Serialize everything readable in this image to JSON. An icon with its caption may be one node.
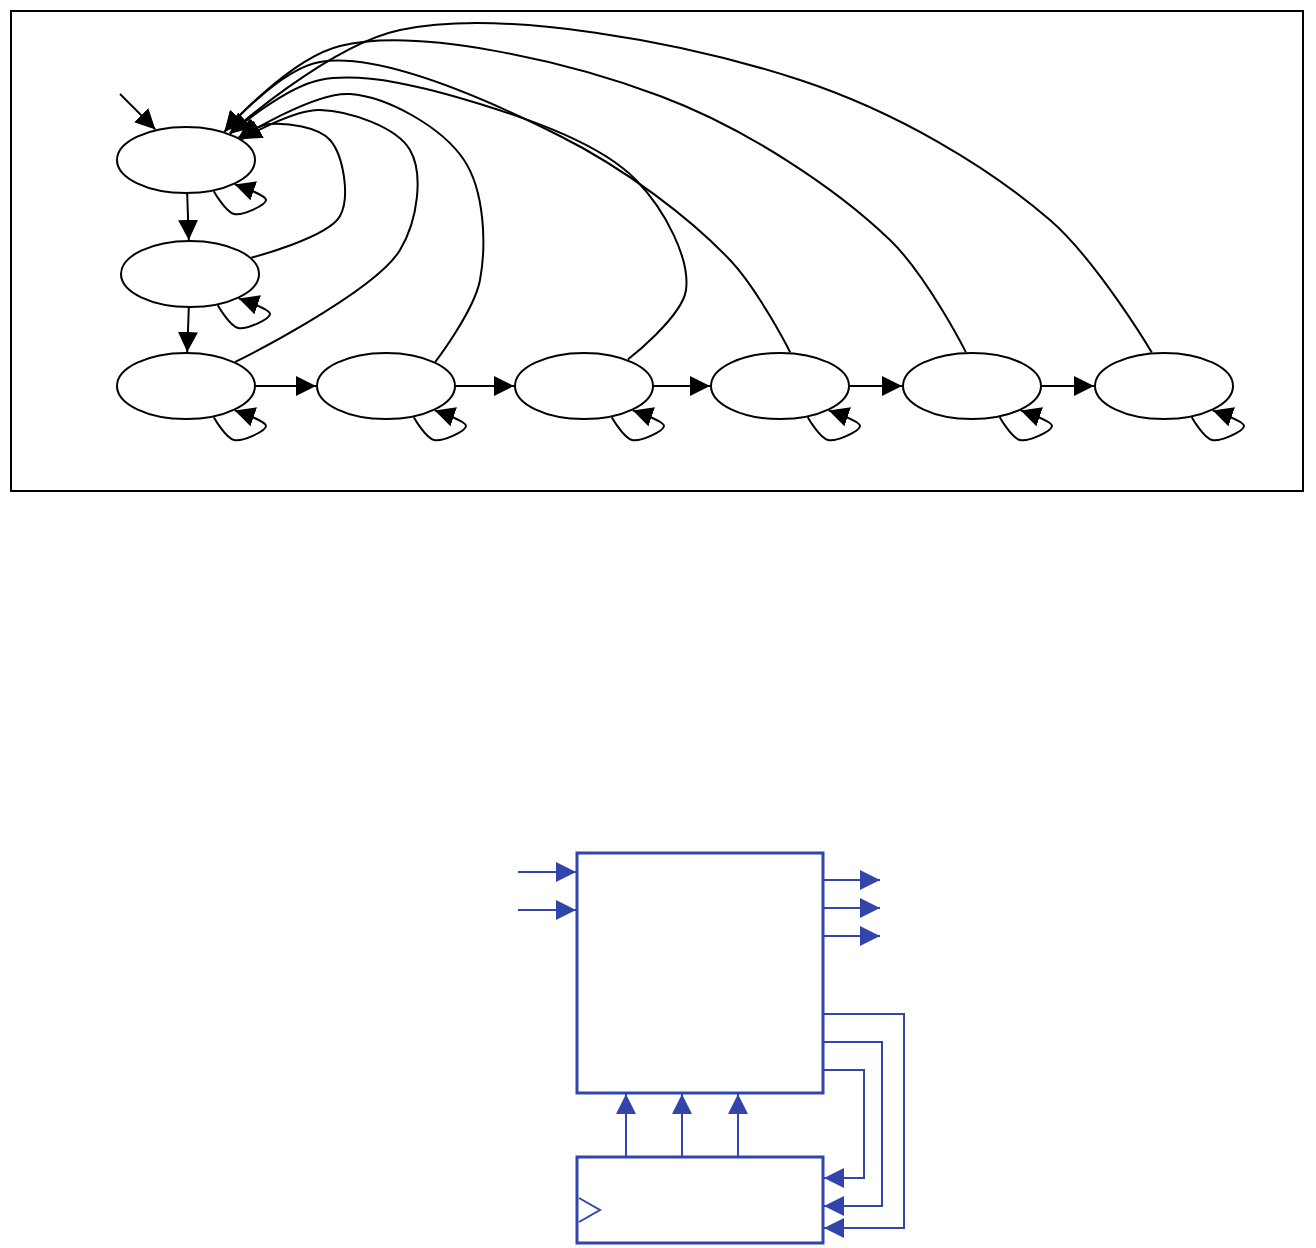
{
  "diagram": {
    "nodes": [
      {
        "text": [],
        "shape": "ellipse"
      },
      {
        "text": [],
        "shape": "ellipse"
      },
      {
        "text": [],
        "shape": "ellipse"
      },
      {
        "text": [],
        "shape": "ellipse"
      },
      {
        "text": [],
        "shape": "ellipse"
      },
      {
        "text": [],
        "shape": "ellipse"
      },
      {
        "text": [],
        "shape": "ellipse"
      },
      {
        "text": [],
        "shape": "ellipse"
      },
      {
        "text": [],
        "shape": "box"
      },
      {
        "text": [],
        "shape": "box"
      }
    ],
    "edges": [
      {
        "from": null,
        "to": 0,
        "arrow": "to"
      },
      {
        "from": 0,
        "to": 0,
        "arrow": "to"
      },
      {
        "from": 1,
        "to": 1,
        "arrow": "to"
      },
      {
        "from": 2,
        "to": 2,
        "arrow": "to"
      },
      {
        "from": 3,
        "to": 3,
        "arrow": "to"
      },
      {
        "from": 4,
        "to": 4,
        "arrow": "to"
      },
      {
        "from": 5,
        "to": 5,
        "arrow": "to"
      },
      {
        "from": 6,
        "to": 6,
        "arrow": "to"
      },
      {
        "from": 7,
        "to": 7,
        "arrow": "to"
      },
      {
        "from": 0,
        "to": 1,
        "arrow": "to"
      },
      {
        "from": 1,
        "to": 2,
        "arrow": "to"
      },
      {
        "from": 2,
        "to": 3,
        "arrow": "to"
      },
      {
        "from": 3,
        "to": 4,
        "arrow": "to"
      },
      {
        "from": 4,
        "to": 5,
        "arrow": "to"
      },
      {
        "from": 5,
        "to": 6,
        "arrow": "to"
      },
      {
        "from": 6,
        "to": 7,
        "arrow": "to"
      },
      {
        "from": 1,
        "to": 0,
        "arrow": "to"
      },
      {
        "from": 2,
        "to": 0,
        "arrow": "to"
      },
      {
        "from": 3,
        "to": 0,
        "arrow": "to"
      },
      {
        "from": 4,
        "to": 0,
        "arrow": "to"
      },
      {
        "from": 5,
        "to": 0,
        "arrow": "to"
      },
      {
        "from": 6,
        "to": 0,
        "arrow": "to"
      },
      {
        "from": 7,
        "to": 0,
        "arrow": "to"
      },
      {
        "from": null,
        "to": 8,
        "arrow": "to",
        "color": "#3344aa"
      },
      {
        "from": null,
        "to": 8,
        "arrow": "to",
        "color": "#3344aa"
      },
      {
        "from": 8,
        "to": null,
        "arrow": "to",
        "color": "#3344aa"
      },
      {
        "from": 8,
        "to": null,
        "arrow": "to",
        "color": "#3344aa"
      },
      {
        "from": 8,
        "to": null,
        "arrow": "to",
        "color": "#3344aa"
      },
      {
        "from": 9,
        "to": 8,
        "arrow": "to",
        "color": "#3344aa"
      },
      {
        "from": 9,
        "to": 8,
        "arrow": "to",
        "color": "#3344aa"
      },
      {
        "from": 9,
        "to": 8,
        "arrow": "to",
        "color": "#3344aa"
      },
      {
        "from": 8,
        "to": 9,
        "arrow": "to",
        "color": "#3344aa"
      },
      {
        "from": 8,
        "to": 9,
        "arrow": "to",
        "color": "#3344aa"
      },
      {
        "from": 8,
        "to": 9,
        "arrow": "to",
        "color": "#3344aa"
      }
    ]
  }
}
